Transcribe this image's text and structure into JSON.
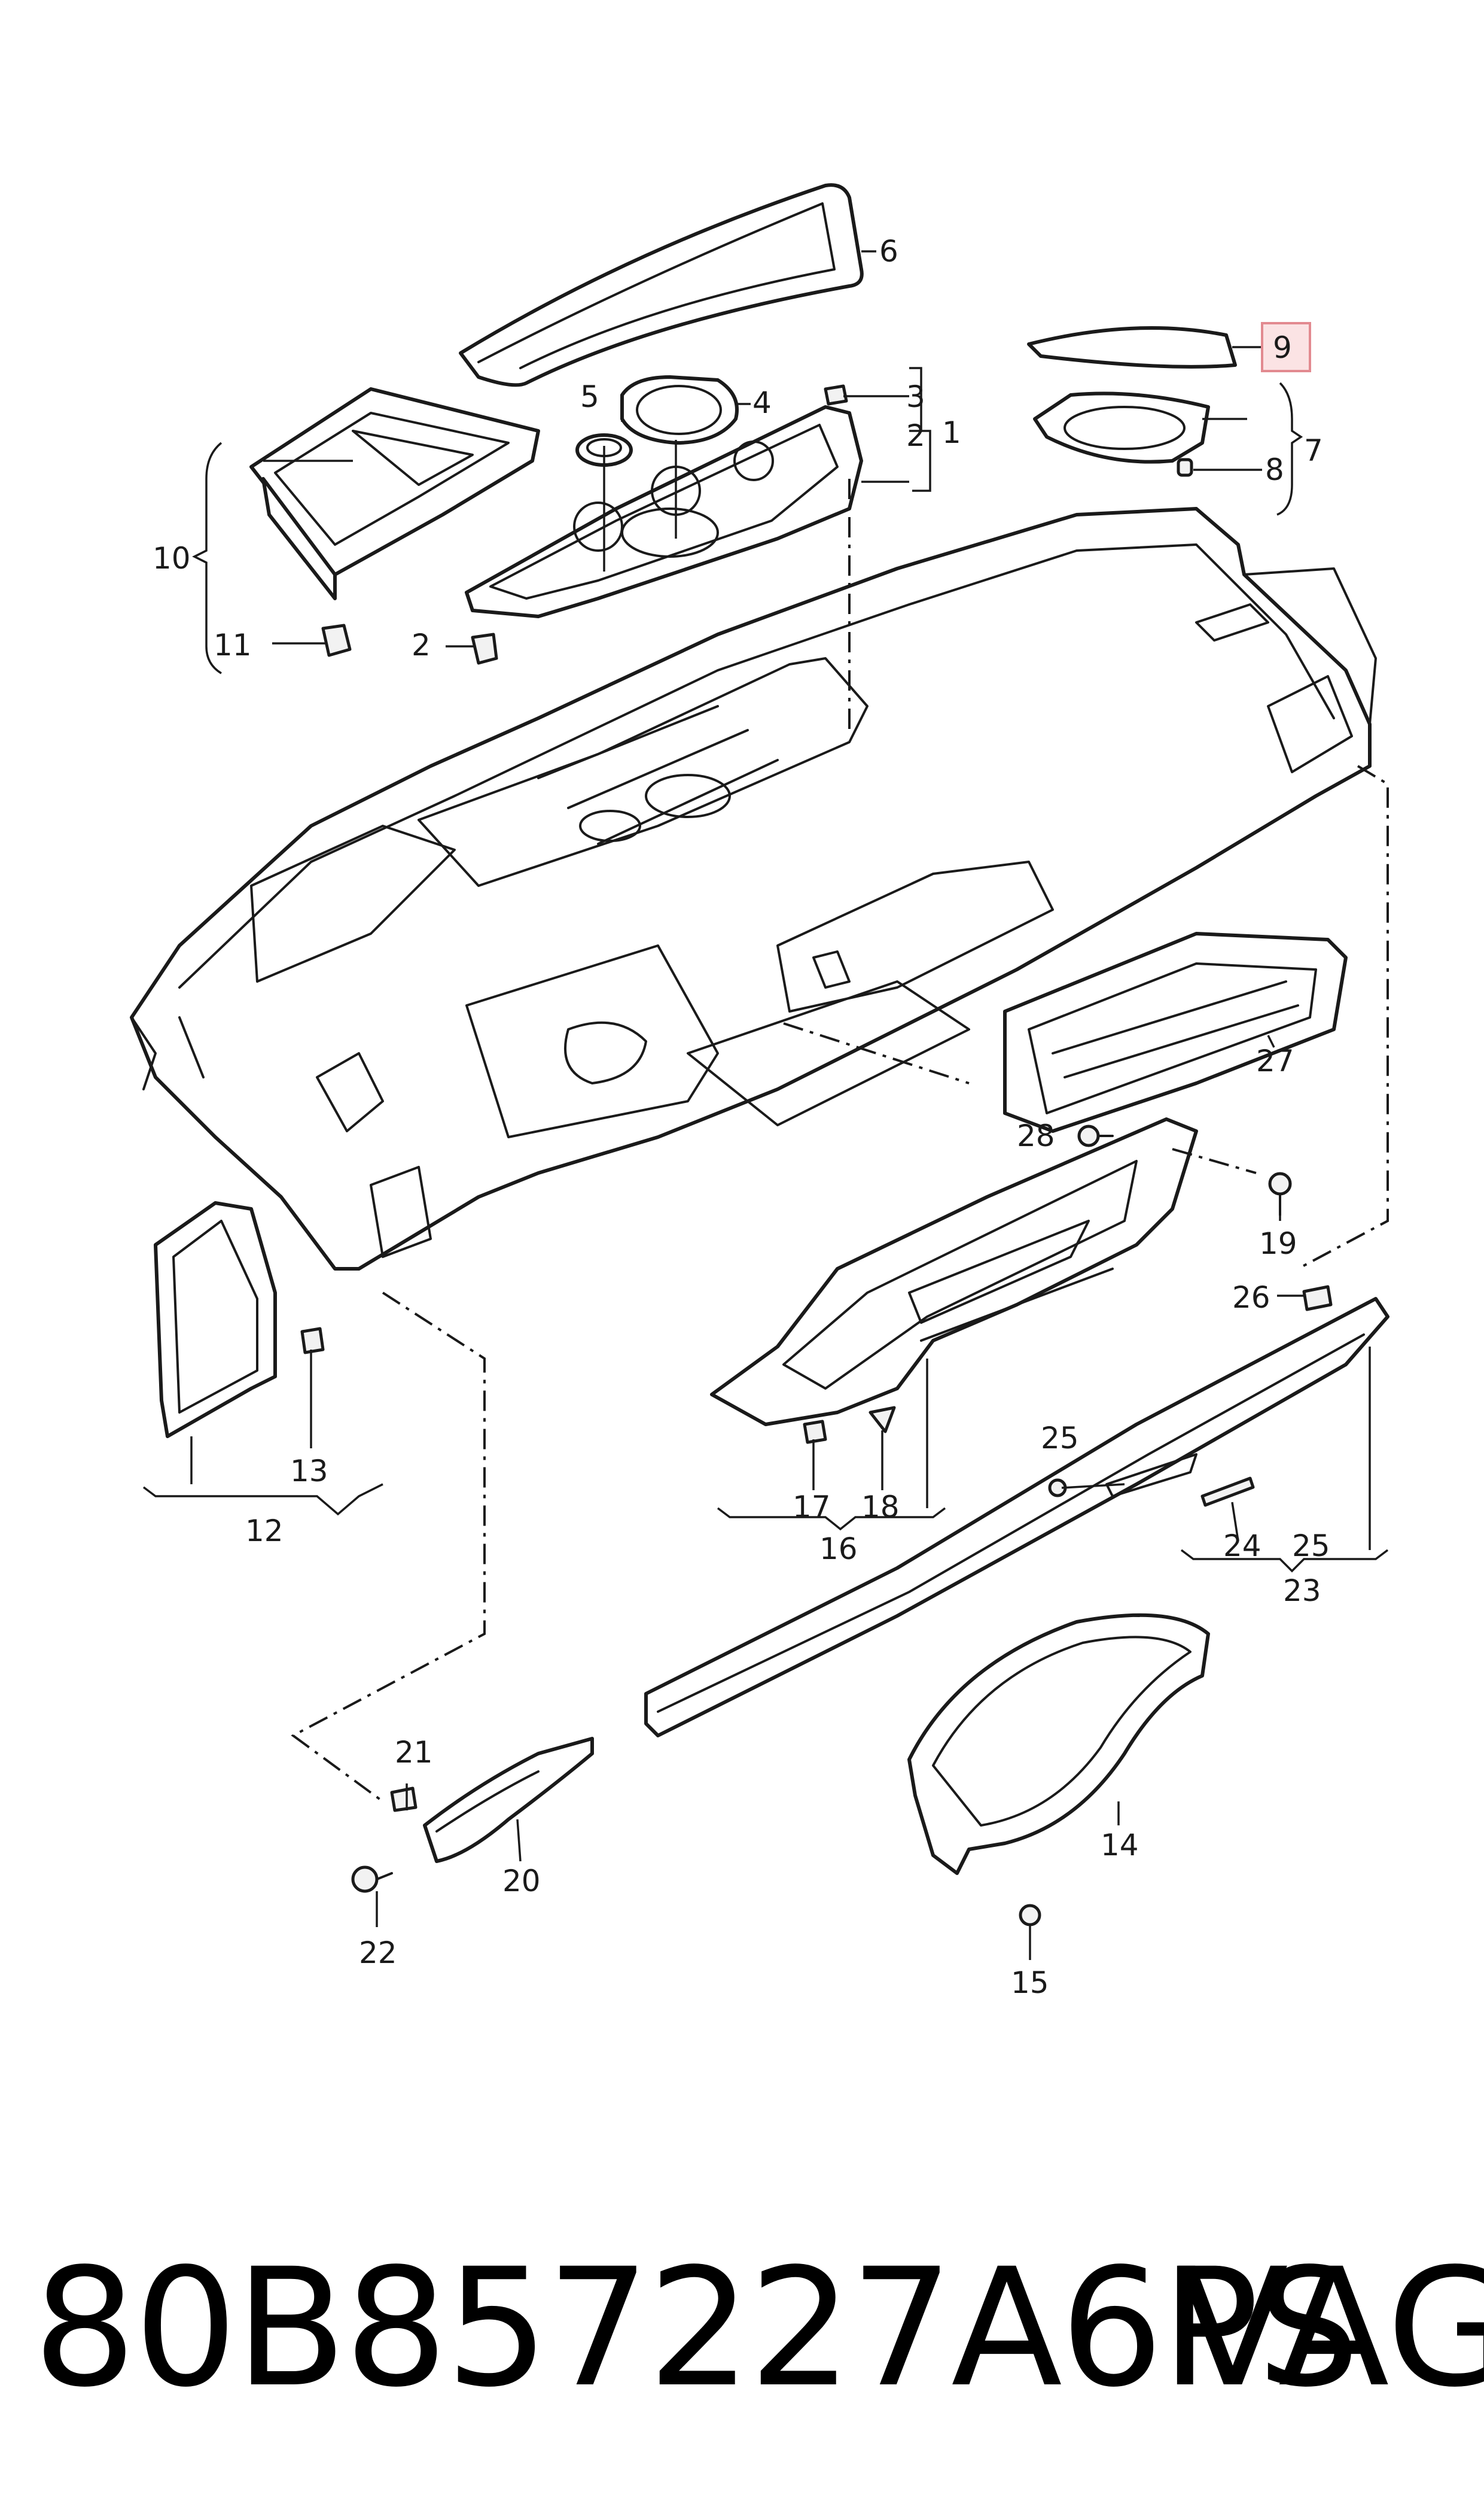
{
  "callouts": [
    {
      "id": "c1",
      "label": "1"
    },
    {
      "id": "c2a",
      "label": "2"
    },
    {
      "id": "c2b",
      "label": "2"
    },
    {
      "id": "c3",
      "label": "3"
    },
    {
      "id": "c4",
      "label": "4"
    },
    {
      "id": "c5",
      "label": "5"
    },
    {
      "id": "c6",
      "label": "6"
    },
    {
      "id": "c7",
      "label": "7"
    },
    {
      "id": "c8",
      "label": "8"
    },
    {
      "id": "c9",
      "label": "9"
    },
    {
      "id": "c10",
      "label": "10"
    },
    {
      "id": "c11",
      "label": "11"
    },
    {
      "id": "c12",
      "label": "12"
    },
    {
      "id": "c13",
      "label": "13"
    },
    {
      "id": "c14",
      "label": "14"
    },
    {
      "id": "c15",
      "label": "15"
    },
    {
      "id": "c16",
      "label": "16"
    },
    {
      "id": "c17",
      "label": "17"
    },
    {
      "id": "c18",
      "label": "18"
    },
    {
      "id": "c19",
      "label": "19"
    },
    {
      "id": "c20",
      "label": "20"
    },
    {
      "id": "c21",
      "label": "21"
    },
    {
      "id": "c22",
      "label": "22"
    },
    {
      "id": "c23",
      "label": "23"
    },
    {
      "id": "c24",
      "label": "24"
    },
    {
      "id": "c25a",
      "label": "25"
    },
    {
      "id": "c25b",
      "label": "25"
    },
    {
      "id": "c26",
      "label": "26"
    },
    {
      "id": "c27",
      "label": "27"
    },
    {
      "id": "c28",
      "label": "28"
    }
  ],
  "highlighted_part": "9",
  "highlight_color": "#fbe3e4",
  "footer": {
    "part_number": "80B857227A6PS",
    "brand": "VAG"
  }
}
